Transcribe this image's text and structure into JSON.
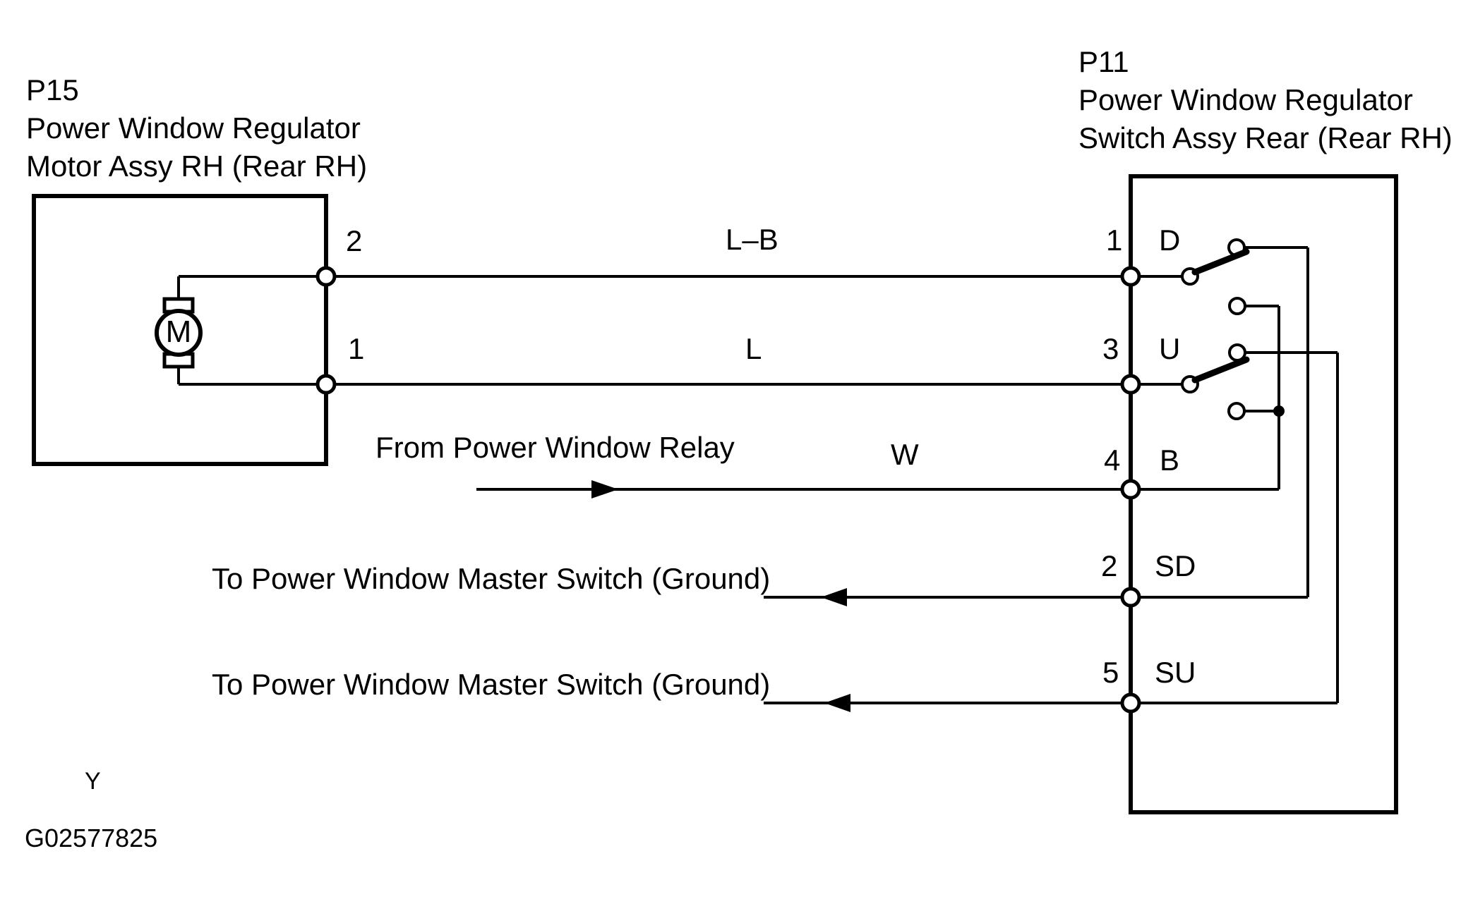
{
  "motor_component": {
    "code": "P15",
    "title_line1": "Power Window Regulator",
    "title_line2": "Motor Assy RH (Rear RH)",
    "motor_letter": "M",
    "pin_top": "2",
    "pin_bottom": "1"
  },
  "switch_component": {
    "code": "P11",
    "title_line1": "Power Window Regulator",
    "title_line2": "Switch Assy Rear (Rear RH)",
    "pins": [
      {
        "number": "1",
        "signal": "D"
      },
      {
        "number": "3",
        "signal": "U"
      },
      {
        "number": "4",
        "signal": "B"
      },
      {
        "number": "2",
        "signal": "SD"
      },
      {
        "number": "5",
        "signal": "SU"
      }
    ]
  },
  "wires": [
    {
      "label": "L–B",
      "from": "P15 pin 2",
      "to": "P11 pin 1 (D)"
    },
    {
      "label": "L",
      "from": "P15 pin 1",
      "to": "P11 pin 3 (U)"
    },
    {
      "label": "W",
      "annotation": "From Power Window Relay",
      "to": "P11 pin 4 (B)",
      "arrow": "right"
    },
    {
      "label": "",
      "annotation": "To Power Window Master Switch (Ground)",
      "to": "P11 pin 2 (SD)",
      "arrow": "left"
    },
    {
      "label": "",
      "annotation": "To Power Window Master Switch (Ground)",
      "to": "P11 pin 5 (SU)",
      "arrow": "left"
    }
  ],
  "footer": {
    "revision_mark": "Y",
    "figure_code": "G02577825"
  },
  "colors": {
    "ink": "#000000",
    "paper": "#ffffff"
  }
}
